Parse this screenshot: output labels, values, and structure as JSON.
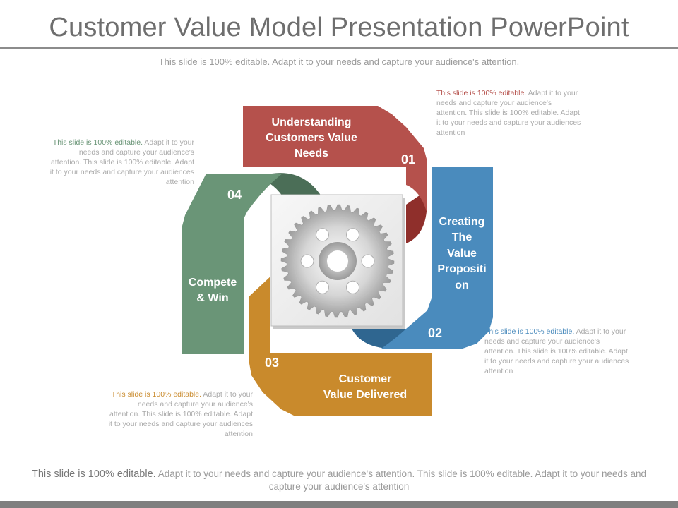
{
  "title": "Customer Value Model Presentation PowerPoint",
  "subtitle": "This slide is 100% editable. Adapt it to your needs and capture your audience's attention.",
  "segments": [
    {
      "number": "01",
      "label_lines": [
        "Understanding",
        "Customers Value",
        "Needs"
      ],
      "color": "#b5514c",
      "shade": "#8f2f2b"
    },
    {
      "number": "02",
      "label_lines": [
        "Creating",
        "The",
        "Value",
        "Propositi",
        "on"
      ],
      "color": "#4a8bbd",
      "shade": "#2f6690"
    },
    {
      "number": "03",
      "label_lines": [
        "Customer",
        "Value Delivered"
      ],
      "color": "#c98a2c",
      "shade": "#9a6318"
    },
    {
      "number": "04",
      "label_lines": [
        "Compete",
        "& Win"
      ],
      "color": "#6a9577",
      "shade": "#4b6e57"
    }
  ],
  "gear_icon": "gear-icon",
  "notes": [
    {
      "lead": "This slide is 100% editable.",
      "lines": [
        "Adapt it to your",
        "needs and capture your audience's",
        "attention. This slide is 100% editable. Adapt",
        "it to your needs and capture your audiences",
        "attention"
      ],
      "color": "#b5514c"
    },
    {
      "lead": "This slide is 100% editable.",
      "lines": [
        "Adapt it to your",
        "needs and capture your audience's",
        "attention. This slide is 100% editable. Adapt",
        "it to your needs and capture your audiences",
        "attention"
      ],
      "color": "#4a8bbd"
    },
    {
      "lead": "This slide is 100% editable.",
      "lines": [
        "Adapt it to your",
        "needs and capture your audience's",
        "attention. This slide is 100% editable. Adapt",
        "it to your needs and capture your audiences",
        "attention"
      ],
      "color": "#c98a2c"
    },
    {
      "lead": "This slide is 100% editable.",
      "lines": [
        "Adapt it to your",
        "needs and capture your audience's",
        "attention. This slide is 100% editable. Adapt",
        "it to your needs and capture your audiences",
        "attention"
      ],
      "color": "#6a9577"
    }
  ],
  "footer": {
    "lead": "This slide is 100% editable.",
    "rest_line1": "Adapt it to your needs and capture your audience's attention. This slide is 100% editable. Adapt it to your needs and",
    "line2": "capture your audience's attention"
  }
}
